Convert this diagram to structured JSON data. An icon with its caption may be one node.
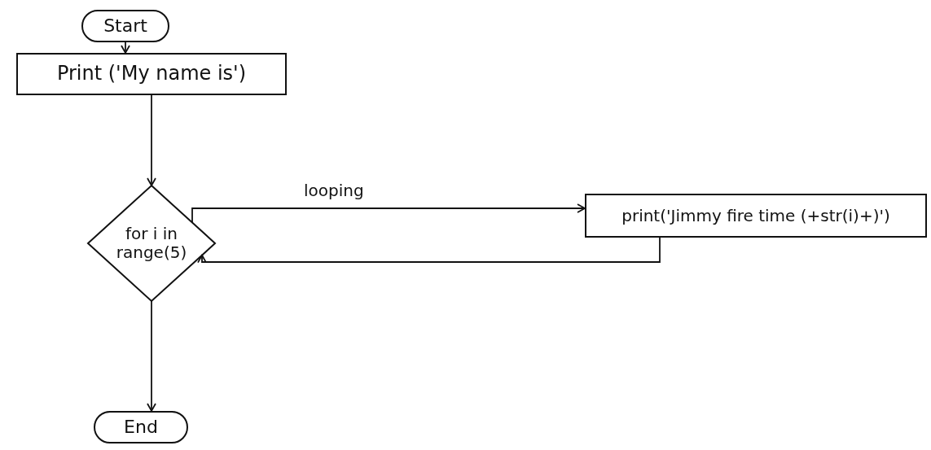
{
  "diagram": {
    "nodes": [
      {
        "text": [
          "Start"
        ]
      },
      {
        "text": [
          "Print ('My name is')"
        ]
      },
      {
        "text": [
          "for i in range(5)"
        ]
      },
      {
        "text": [
          "print('Jimmy fire time (+str(i)+)')"
        ]
      },
      {
        "text": [
          "End"
        ]
      }
    ],
    "edges": [
      {
        "from": 0,
        "to": 1,
        "arrow": "to"
      },
      {
        "from": 1,
        "to": 2,
        "arrow": "to"
      },
      {
        "from": 2,
        "to": 3,
        "arrow": "to",
        "label": "looping"
      },
      {
        "from": 3,
        "to": 2,
        "arrow": "to"
      },
      {
        "from": 2,
        "to": 4,
        "arrow": "to"
      }
    ]
  }
}
